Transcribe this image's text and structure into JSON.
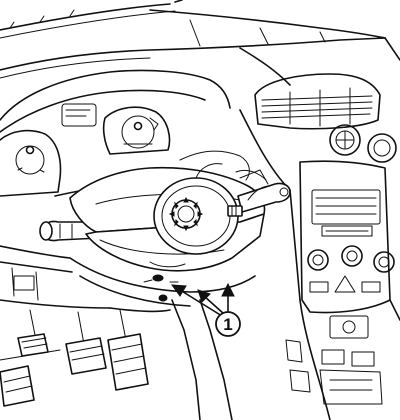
{
  "callout": {
    "label": "1"
  },
  "parts": {
    "dashboard": "dashboard",
    "instrument_cluster": "instrument-cluster",
    "steering_column": "steering-column",
    "clock_spring": "clock-spring",
    "pedals": "pedals",
    "center_console": "center-console"
  }
}
